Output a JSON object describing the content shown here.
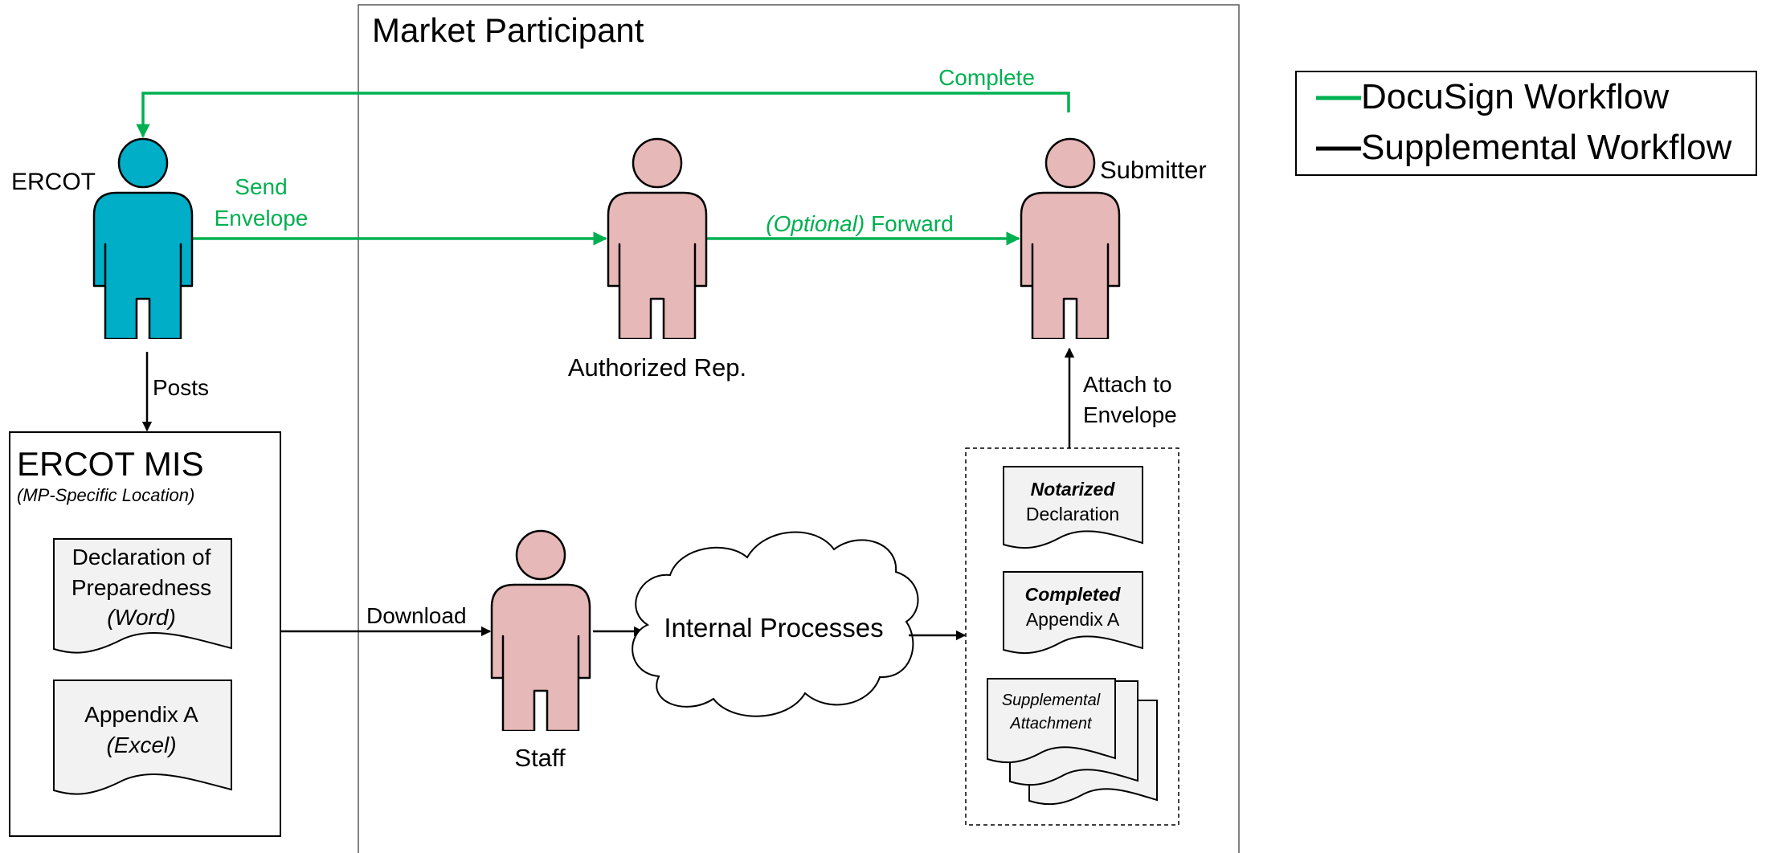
{
  "colors": {
    "green": "#00b050",
    "black": "#000000",
    "ercot_figure": "#00aec7",
    "mp_figure": "#e6b8b7",
    "doc_fill": "#f2f2f2",
    "cloud_fill": "#ffffff"
  },
  "market_participant": {
    "title": "Market Participant"
  },
  "legend": {
    "docusign": "DocuSign Workflow",
    "supplemental": "Supplemental Workflow"
  },
  "actors": {
    "ercot": "ERCOT",
    "authorized_rep": "Authorized Rep.",
    "submitter": "Submitter",
    "staff": "Staff"
  },
  "flows": {
    "complete": "Complete",
    "send_envelope_1": "Send",
    "send_envelope_2": "Envelope",
    "forward_optional": "(Optional)",
    "forward": " Forward",
    "posts": "Posts",
    "download": "Download",
    "attach_1": "Attach to",
    "attach_2": "Envelope"
  },
  "mis": {
    "title": "ERCOT MIS",
    "subtitle": "(MP-Specific Location)",
    "doc1_line1": "Declaration of",
    "doc1_line2": "Preparedness",
    "doc1_line3": "(Word)",
    "doc2_line1": "Appendix A",
    "doc2_line2": "(Excel)"
  },
  "process": {
    "label": "Internal Processes"
  },
  "outputs": {
    "notarized_bold": "Notarized",
    "notarized_rest": "Declaration",
    "completed_bold": "Completed",
    "completed_rest": "Appendix A",
    "supplemental_1": "Supplemental",
    "supplemental_2": "Attachment"
  }
}
